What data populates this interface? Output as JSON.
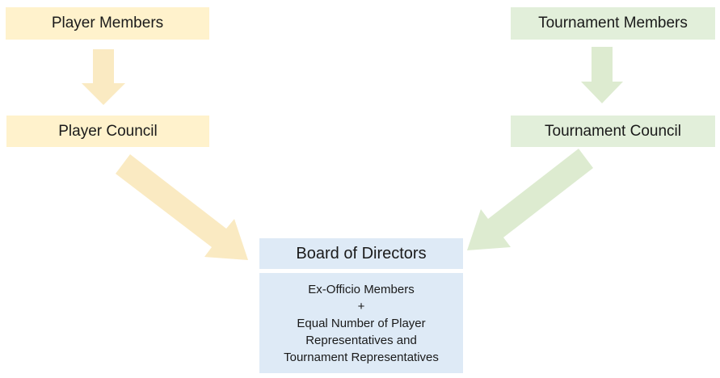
{
  "diagram": {
    "nodes": {
      "player_members": {
        "label": "Player Members"
      },
      "tournament_members": {
        "label": "Tournament Members"
      },
      "player_council": {
        "label": "Player Council"
      },
      "tournament_council": {
        "label": "Tournament Council"
      },
      "board": {
        "title": "Board of Directors",
        "composition": "Ex-Officio Members\n+\nEqual Number of Player\nRepresentatives and\nTournament Representatives"
      }
    },
    "edges": [
      {
        "from": "player_members",
        "to": "player_council",
        "style": "block-arrow-down"
      },
      {
        "from": "tournament_members",
        "to": "tournament_council",
        "style": "block-arrow-down"
      },
      {
        "from": "player_council",
        "to": "board",
        "style": "block-arrow-diagonal"
      },
      {
        "from": "tournament_council",
        "to": "board",
        "style": "block-arrow-diagonal"
      }
    ]
  },
  "colors": {
    "yellow_box": "#FFF2CC",
    "yellow_arrow": "#FAEAC2",
    "green_box": "#E2EFDA",
    "green_arrow": "#DDEBD0",
    "blue_box": "#DEEAF6",
    "text": "#1A1A1A"
  }
}
